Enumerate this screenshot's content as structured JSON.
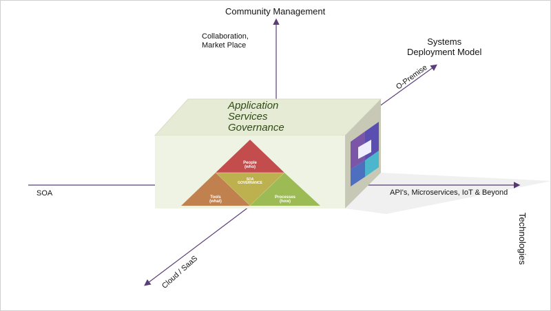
{
  "axes": {
    "up": "Community Management",
    "up_sub": "Collaboration,\nMarket Place",
    "upright": "Systems\nDeployment Model",
    "upright_sub": "O-Premise",
    "right": "Technologies",
    "right_sub": "API's, Microservices, IoT & Beyond",
    "left": "SOA",
    "downleft": "Cloud / SaaS"
  },
  "box": {
    "title": "Application\nServices\nGovernance",
    "triangle": {
      "top": "People\n(who)",
      "center": "SOA\nGOVERNANCE",
      "left": "Tools\n(what)",
      "right": "Processes\n(how)"
    }
  },
  "colors": {
    "axis": "#5b3d78",
    "box_front": "#eff3e4",
    "box_side": "#c7c9b6",
    "title": "#2f4a12",
    "people": "#c34c4c",
    "soa": "#bdb04f",
    "tools": "#c0814f",
    "processes": "#9cbb55"
  }
}
